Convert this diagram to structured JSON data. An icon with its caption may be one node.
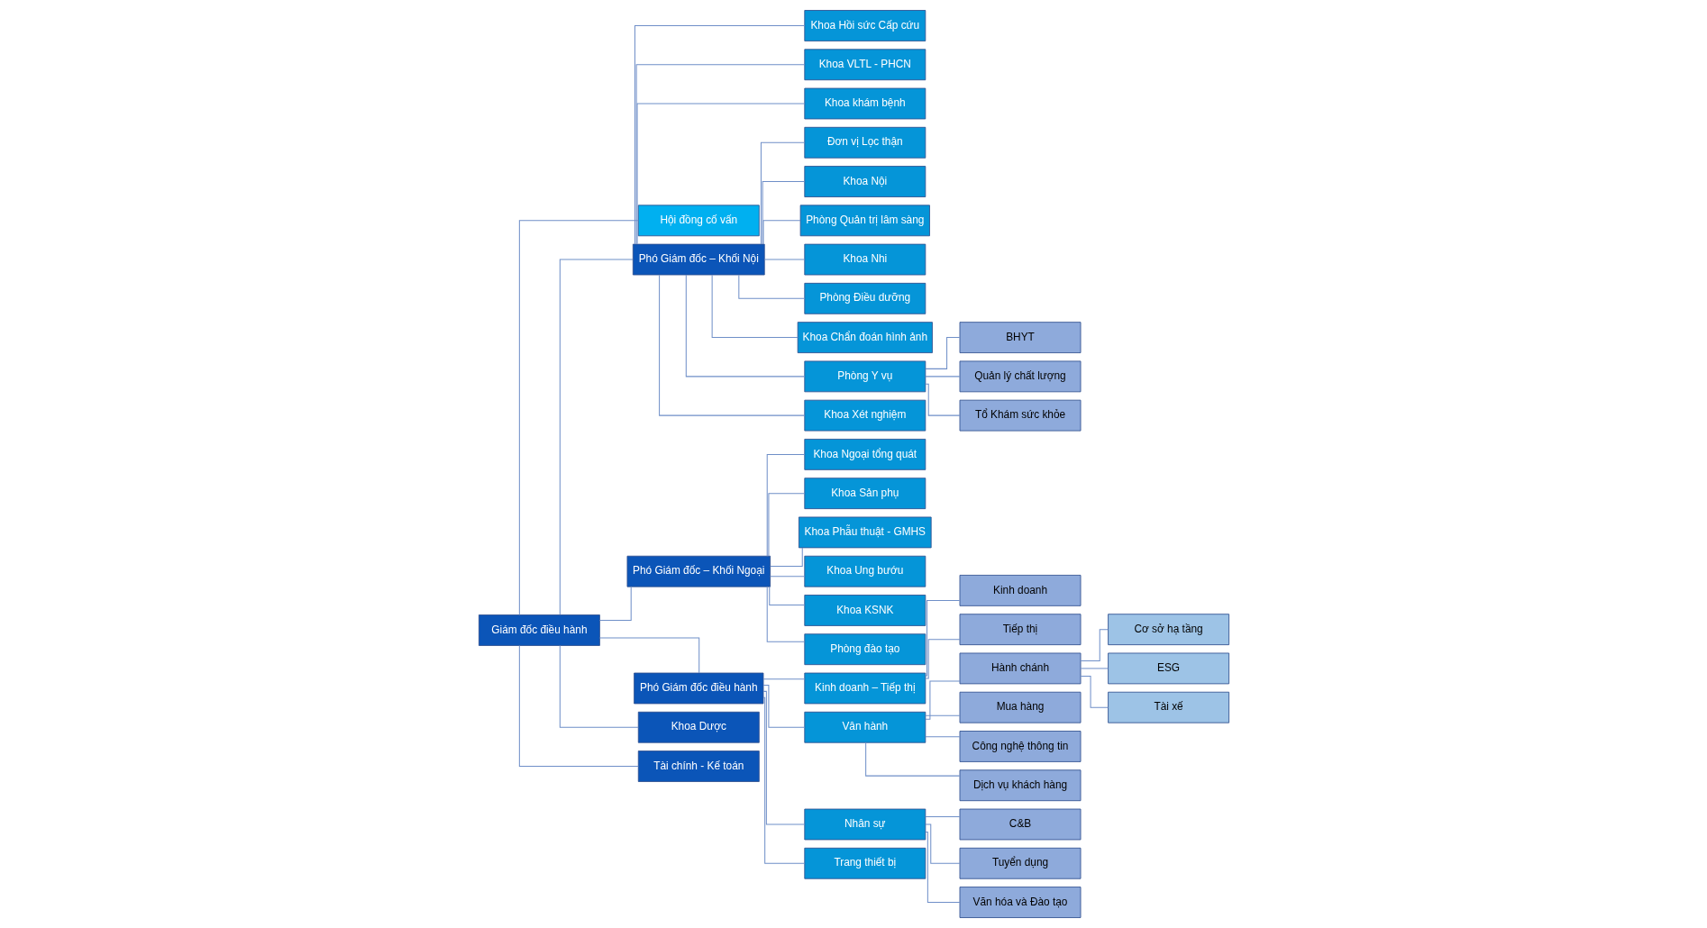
{
  "diagram": {
    "nodes": [
      {
        "text": [
          "Giám đốc điều hành"
        ]
      },
      {
        "text": [
          "Hội đồng cố vấn"
        ]
      },
      {
        "text": [
          "Phó Giám đốc – Khối Nội"
        ]
      },
      {
        "text": [
          "Phó Giám đốc – Khối Ngoại"
        ]
      },
      {
        "text": [
          "Phó Giám đốc điều hành"
        ]
      },
      {
        "text": [
          "Khoa Dược"
        ]
      },
      {
        "text": [
          "Tài chính - Kế toán"
        ]
      },
      {
        "text": [
          "Khoa Hồi sức Cấp cứu"
        ]
      },
      {
        "text": [
          "Khoa VLTL - PHCN"
        ]
      },
      {
        "text": [
          "Khoa khám bệnh"
        ]
      },
      {
        "text": [
          "Đơn vị Lọc thận"
        ]
      },
      {
        "text": [
          "Khoa Nội"
        ]
      },
      {
        "text": [
          "Phòng Quản trị lâm sàng"
        ]
      },
      {
        "text": [
          "Khoa Nhi"
        ]
      },
      {
        "text": [
          "Phòng Điều dưỡng"
        ]
      },
      {
        "text": [
          "Khoa Chẩn đoán hình ảnh"
        ]
      },
      {
        "text": [
          "Phòng Y vụ"
        ]
      },
      {
        "text": [
          "Khoa Xét nghiệm"
        ]
      },
      {
        "text": [
          "BHYT"
        ]
      },
      {
        "text": [
          "Quản lý chất lượng"
        ]
      },
      {
        "text": [
          "Tổ Khám sức khỏe"
        ]
      },
      {
        "text": [
          "Khoa Ngoại tổng quát"
        ]
      },
      {
        "text": [
          "Khoa Sản phụ"
        ]
      },
      {
        "text": [
          "Khoa Phẫu thuật - GMHS"
        ]
      },
      {
        "text": [
          "Khoa Ung bướu"
        ]
      },
      {
        "text": [
          "Khoa KSNK"
        ]
      },
      {
        "text": [
          "Phòng đào tạo"
        ]
      },
      {
        "text": [
          "Kinh doanh – Tiếp thị"
        ]
      },
      {
        "text": [
          "Vân hành"
        ]
      },
      {
        "text": [
          "Nhân sự"
        ]
      },
      {
        "text": [
          "Trang thiết bị"
        ]
      },
      {
        "text": [
          "Kinh doanh"
        ]
      },
      {
        "text": [
          "Tiếp thị"
        ]
      },
      {
        "text": [
          "Hành chánh"
        ]
      },
      {
        "text": [
          "Cơ sở hạ tầng"
        ]
      },
      {
        "text": [
          "ESG"
        ]
      },
      {
        "text": [
          "Tài xế"
        ]
      },
      {
        "text": [
          "Mua hàng"
        ]
      },
      {
        "text": [
          "Công nghệ thông tin"
        ]
      },
      {
        "text": [
          "Dịch vụ khách hàng"
        ]
      },
      {
        "text": [
          "C&B"
        ]
      },
      {
        "text": [
          "Tuyển dụng"
        ]
      },
      {
        "text": [
          "Văn hóa và Đào tạo"
        ]
      }
    ],
    "edges": [
      {
        "from": 0,
        "to": 1,
        "arrow": "none"
      },
      {
        "from": 0,
        "to": 2,
        "arrow": "none"
      },
      {
        "from": 0,
        "to": 3,
        "arrow": "none"
      },
      {
        "from": 0,
        "to": 4,
        "arrow": "none"
      },
      {
        "from": 0,
        "to": 5,
        "arrow": "none"
      },
      {
        "from": 0,
        "to": 6,
        "arrow": "none"
      },
      {
        "from": 2,
        "to": 7,
        "arrow": "none"
      },
      {
        "from": 2,
        "to": 8,
        "arrow": "none"
      },
      {
        "from": 2,
        "to": 9,
        "arrow": "none"
      },
      {
        "from": 2,
        "to": 10,
        "arrow": "none"
      },
      {
        "from": 2,
        "to": 11,
        "arrow": "none"
      },
      {
        "from": 2,
        "to": 12,
        "arrow": "none"
      },
      {
        "from": 2,
        "to": 13,
        "arrow": "none"
      },
      {
        "from": 2,
        "to": 14,
        "arrow": "none"
      },
      {
        "from": 2,
        "to": 15,
        "arrow": "none"
      },
      {
        "from": 2,
        "to": 16,
        "arrow": "none"
      },
      {
        "from": 2,
        "to": 17,
        "arrow": "none"
      },
      {
        "from": 16,
        "to": 18,
        "arrow": "none"
      },
      {
        "from": 16,
        "to": 19,
        "arrow": "none"
      },
      {
        "from": 16,
        "to": 20,
        "arrow": "none"
      },
      {
        "from": 3,
        "to": 21,
        "arrow": "none"
      },
      {
        "from": 3,
        "to": 22,
        "arrow": "none"
      },
      {
        "from": 3,
        "to": 23,
        "arrow": "none"
      },
      {
        "from": 3,
        "to": 24,
        "arrow": "none"
      },
      {
        "from": 3,
        "to": 25,
        "arrow": "none"
      },
      {
        "from": 3,
        "to": 26,
        "arrow": "none"
      },
      {
        "from": 4,
        "to": 27,
        "arrow": "none"
      },
      {
        "from": 4,
        "to": 28,
        "arrow": "none"
      },
      {
        "from": 4,
        "to": 29,
        "arrow": "none"
      },
      {
        "from": 4,
        "to": 30,
        "arrow": "none"
      },
      {
        "from": 27,
        "to": 31,
        "arrow": "none"
      },
      {
        "from": 27,
        "to": 32,
        "arrow": "none"
      },
      {
        "from": 28,
        "to": 33,
        "arrow": "none"
      },
      {
        "from": 33,
        "to": 34,
        "arrow": "none"
      },
      {
        "from": 33,
        "to": 35,
        "arrow": "none"
      },
      {
        "from": 33,
        "to": 36,
        "arrow": "none"
      },
      {
        "from": 28,
        "to": 37,
        "arrow": "none"
      },
      {
        "from": 28,
        "to": 38,
        "arrow": "none"
      },
      {
        "from": 28,
        "to": 39,
        "arrow": "none"
      },
      {
        "from": 29,
        "to": 40,
        "arrow": "none"
      },
      {
        "from": 29,
        "to": 41,
        "arrow": "none"
      },
      {
        "from": 29,
        "to": 42,
        "arrow": "none"
      }
    ]
  }
}
